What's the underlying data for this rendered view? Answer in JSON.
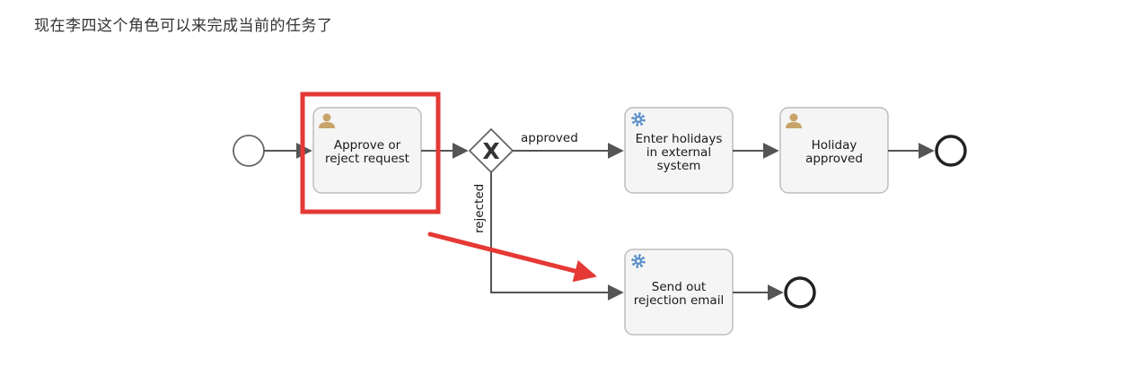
{
  "caption": "现在李四这个角色可以来完成当前的任务了",
  "tasks": {
    "approve": {
      "line1": "Approve or",
      "line2": "reject request",
      "icon": "user-icon"
    },
    "enter": {
      "line1": "Enter holidays",
      "line2": "in external",
      "line3": "system",
      "icon": "gear-icon"
    },
    "holiday": {
      "line1": "Holiday",
      "line2": "approved",
      "icon": "user-icon"
    },
    "send": {
      "line1": "Send out",
      "line2": "rejection email",
      "icon": "gear-icon"
    }
  },
  "gateway": {
    "symbol": "X",
    "type": "exclusive-gateway"
  },
  "flows": {
    "approved_label": "approved",
    "rejected_label": "rejected"
  },
  "highlight": {
    "color": "#e53935",
    "target": "approve"
  },
  "colors": {
    "user_icon": "#c8a46a",
    "gear_icon": "#5b8fc9"
  }
}
